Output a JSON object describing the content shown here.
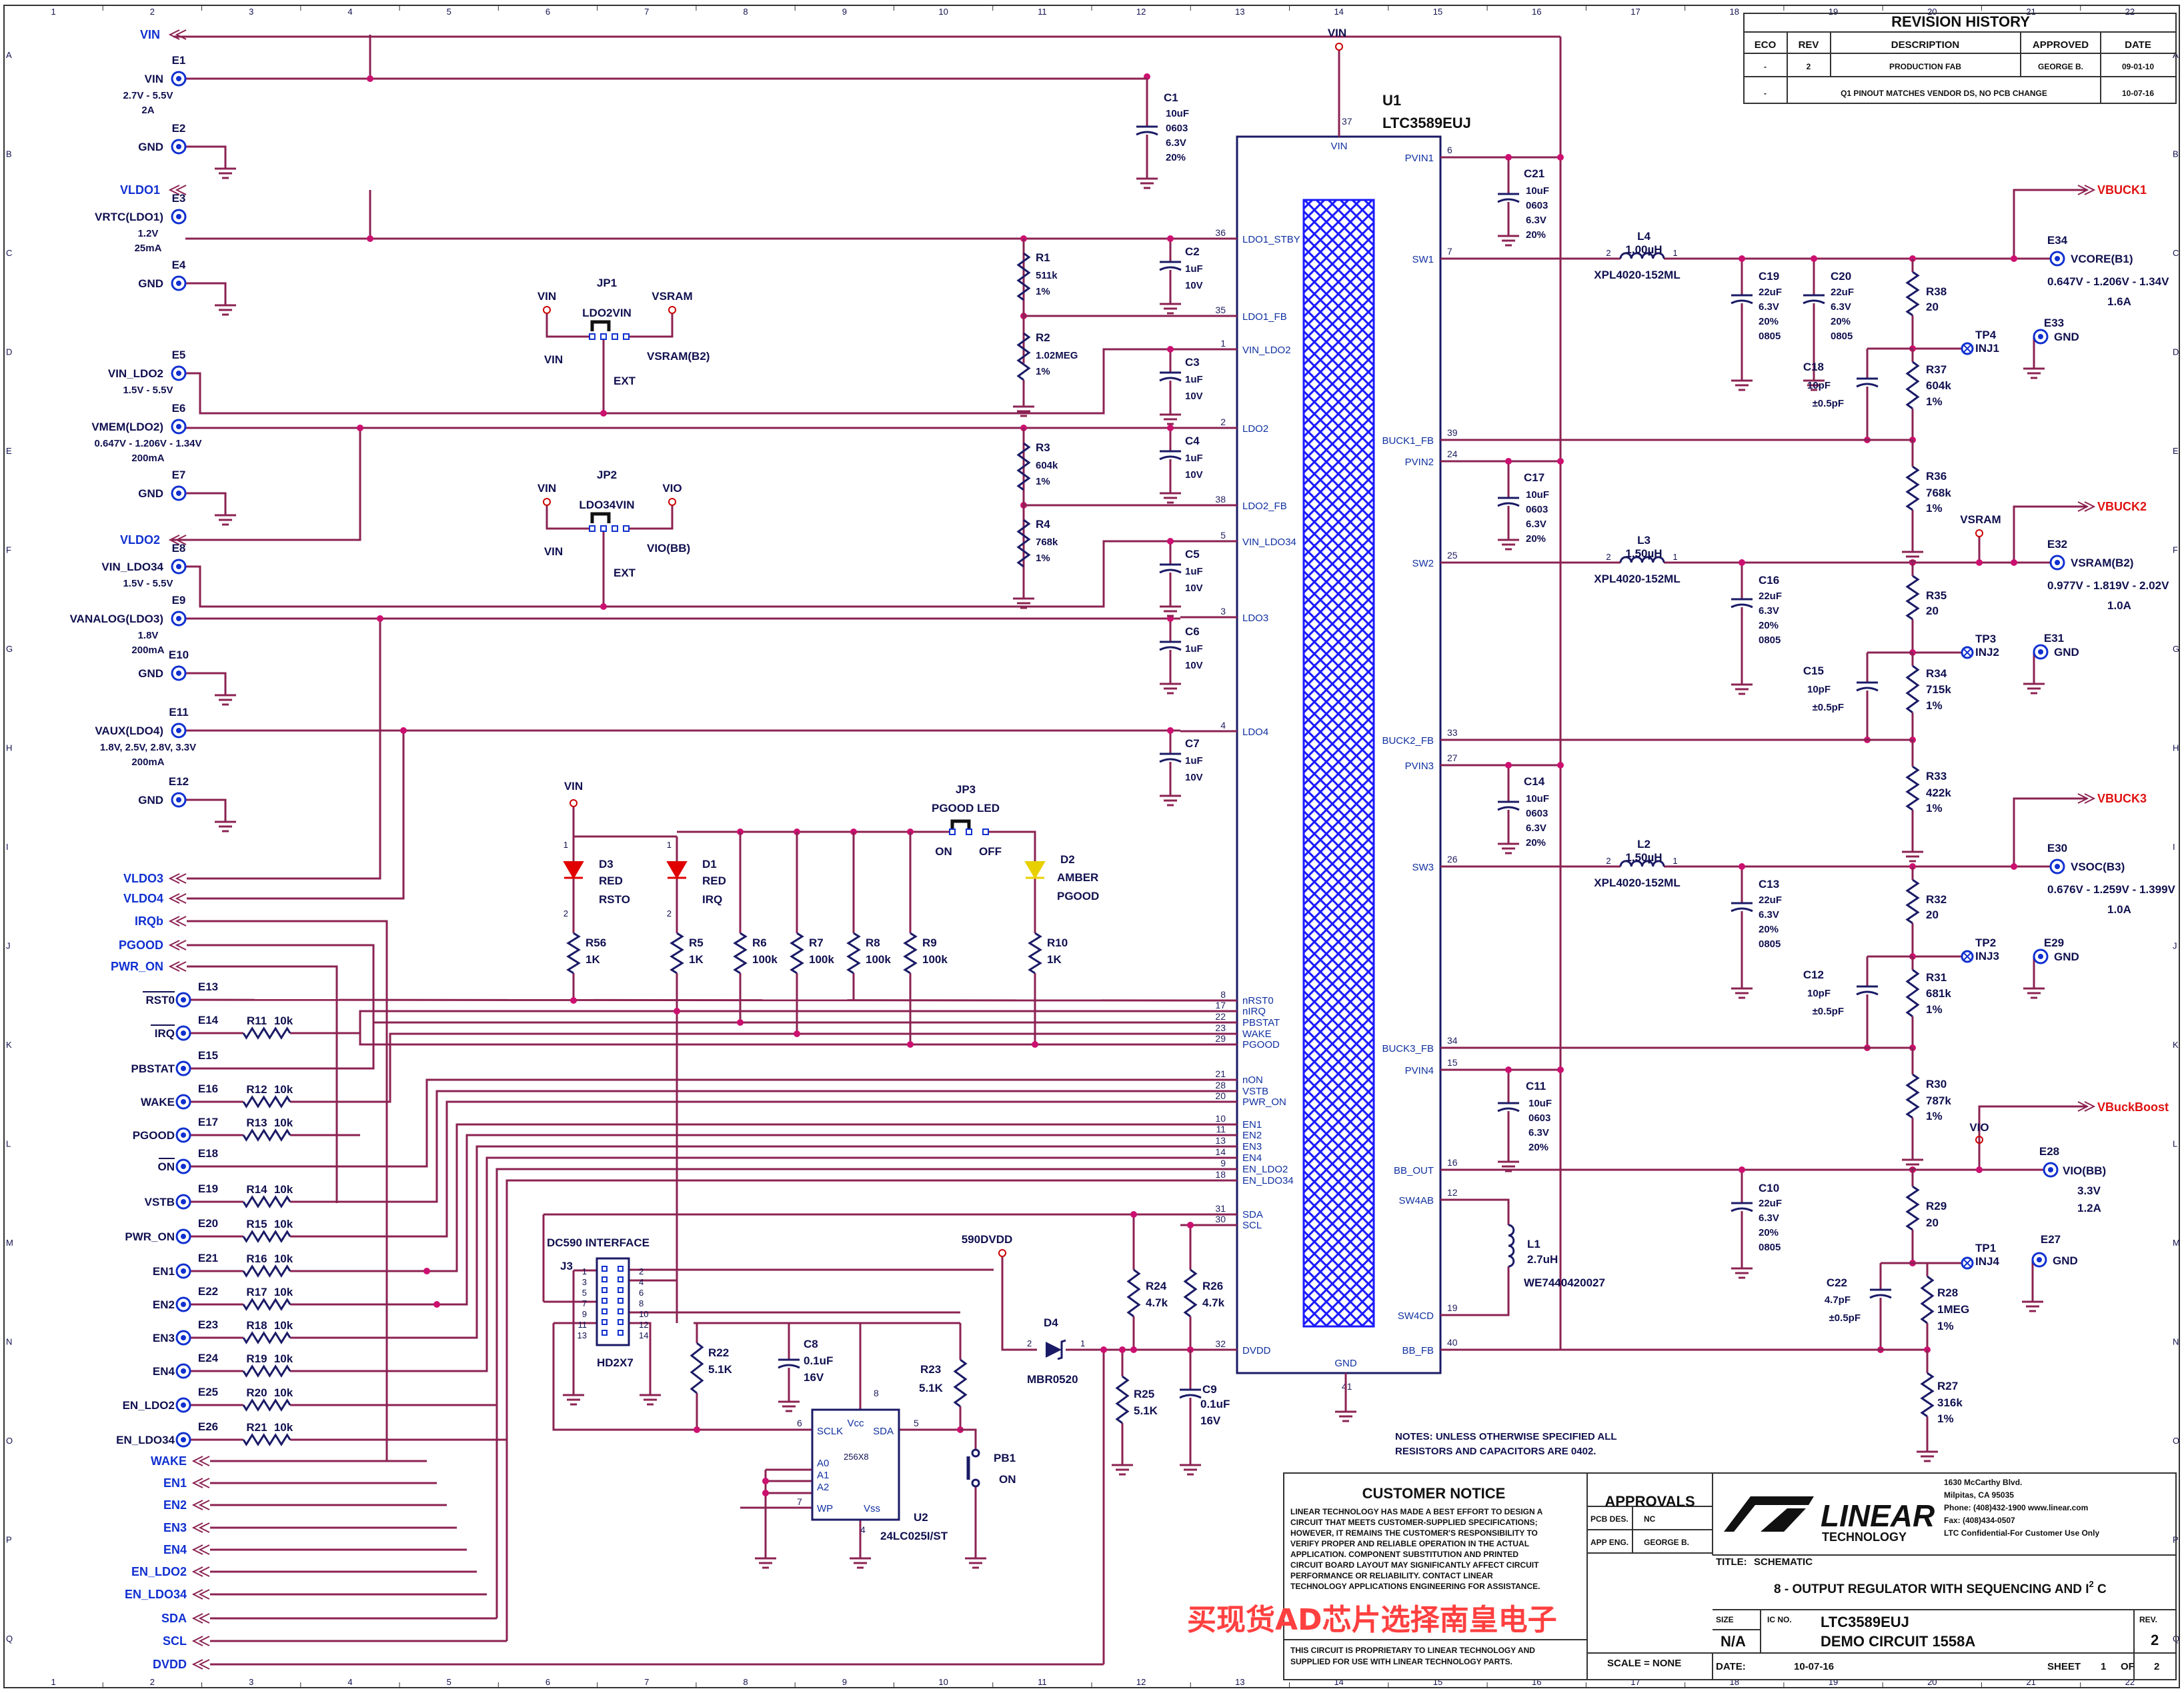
{
  "grid": {
    "cols": [
      "1",
      "2",
      "3",
      "4",
      "5",
      "6",
      "7",
      "8",
      "9",
      "10",
      "11",
      "12",
      "13",
      "14",
      "15",
      "16",
      "17",
      "18",
      "19",
      "20",
      "21",
      "22"
    ],
    "rows": [
      "A",
      "B",
      "C",
      "D",
      "E",
      "F",
      "G",
      "H",
      "I",
      "J",
      "K",
      "L",
      "M",
      "N",
      "O",
      "P",
      "Q"
    ]
  },
  "revision": {
    "title": "REVISION HISTORY",
    "headers": [
      "ECO",
      "REV",
      "DESCRIPTION",
      "APPROVED",
      "DATE"
    ],
    "rows": [
      [
        "-",
        "2",
        "PRODUCTION FAB",
        "GEORGE B.",
        "09-01-10"
      ],
      [
        "-",
        "",
        "Q1 PINOUT MATCHES VENDOR DS, NO PCB CHANGE",
        "",
        "10-07-16"
      ]
    ]
  },
  "ic": {
    "ref": "U1",
    "part": "LTC3589EUJ",
    "top_pin": "VIN",
    "top_pin_num": "37",
    "bottom_pin": "GND",
    "bottom_pin_num": "41",
    "left_pins": [
      {
        "num": "36",
        "name": "LDO1_STBY"
      },
      {
        "num": "35",
        "name": "LDO1_FB"
      },
      {
        "num": "1",
        "name": "VIN_LDO2"
      },
      {
        "num": "2",
        "name": "LDO2"
      },
      {
        "num": "38",
        "name": "LDO2_FB"
      },
      {
        "num": "5",
        "name": "VIN_LDO34"
      },
      {
        "num": "3",
        "name": "LDO3"
      },
      {
        "num": "4",
        "name": "LDO4"
      },
      {
        "num": "8",
        "name": "nRST0"
      },
      {
        "num": "17",
        "name": "nIRQ"
      },
      {
        "num": "22",
        "name": "PBSTAT"
      },
      {
        "num": "23",
        "name": "WAKE"
      },
      {
        "num": "29",
        "name": "PGOOD"
      },
      {
        "num": "21",
        "name": "nON"
      },
      {
        "num": "28",
        "name": "VSTB"
      },
      {
        "num": "20",
        "name": "PWR_ON"
      },
      {
        "num": "10",
        "name": "EN1"
      },
      {
        "num": "11",
        "name": "EN2"
      },
      {
        "num": "13",
        "name": "EN3"
      },
      {
        "num": "14",
        "name": "EN4"
      },
      {
        "num": "9",
        "name": "EN_LDO2"
      },
      {
        "num": "18",
        "name": "EN_LDO34"
      },
      {
        "num": "31",
        "name": "SDA"
      },
      {
        "num": "30",
        "name": "SCL"
      },
      {
        "num": "32",
        "name": "DVDD"
      }
    ],
    "right_pins": [
      {
        "num": "6",
        "name": "PVIN1"
      },
      {
        "num": "7",
        "name": "SW1"
      },
      {
        "num": "39",
        "name": "BUCK1_FB"
      },
      {
        "num": "24",
        "name": "PVIN2"
      },
      {
        "num": "25",
        "name": "SW2"
      },
      {
        "num": "33",
        "name": "BUCK2_FB"
      },
      {
        "num": "27",
        "name": "PVIN3"
      },
      {
        "num": "26",
        "name": "SW3"
      },
      {
        "num": "34",
        "name": "BUCK3_FB"
      },
      {
        "num": "15",
        "name": "PVIN4"
      },
      {
        "num": "16",
        "name": "BB_OUT"
      },
      {
        "num": "12",
        "name": "SW4AB"
      },
      {
        "num": "19",
        "name": "SW4CD"
      },
      {
        "num": "40",
        "name": "BB_FB"
      }
    ]
  },
  "left_terminals": [
    {
      "ref": "E1",
      "label": "VIN",
      "info": [
        "2.7V - 5.5V",
        "2A"
      ]
    },
    {
      "ref": "E2",
      "label": "GND",
      "info": []
    },
    {
      "ref": "E3",
      "label": "VRTC(LDO1)",
      "info": [
        "1.2V",
        "25mA"
      ]
    },
    {
      "ref": "E4",
      "label": "GND",
      "info": []
    },
    {
      "ref": "E5",
      "label": "VIN_LDO2",
      "info": [
        "1.5V - 5.5V"
      ]
    },
    {
      "ref": "E6",
      "label": "VMEM(LDO2)",
      "info": [
        "0.647V - 1.206V - 1.34V",
        "200mA"
      ]
    },
    {
      "ref": "E7",
      "label": "GND",
      "info": []
    },
    {
      "ref": "E8",
      "label": "VIN_LDO34",
      "info": [
        "1.5V - 5.5V"
      ]
    },
    {
      "ref": "E9",
      "label": "VANALOG(LDO3)",
      "info": [
        "1.8V",
        "200mA"
      ]
    },
    {
      "ref": "E10",
      "label": "GND",
      "info": []
    },
    {
      "ref": "E11",
      "label": "VAUX(LDO4)",
      "info": [
        "1.8V, 2.5V, 2.8V, 3.3V",
        "200mA"
      ]
    },
    {
      "ref": "E12",
      "label": "GND",
      "info": []
    }
  ],
  "left_nets_top": [
    "VIN",
    "VLDO1",
    "VLDO2"
  ],
  "io_terminals": [
    {
      "ref": "E13",
      "label": "RST0"
    },
    {
      "ref": "E14",
      "label": "IRQ"
    },
    {
      "ref": "E15",
      "label": "PBSTAT"
    },
    {
      "ref": "E16",
      "label": "WAKE"
    },
    {
      "ref": "E17",
      "label": "PGOOD"
    },
    {
      "ref": "E18",
      "label": "ON"
    },
    {
      "ref": "E19",
      "label": "VSTB"
    },
    {
      "ref": "E20",
      "label": "PWR_ON"
    },
    {
      "ref": "E21",
      "label": "EN1"
    },
    {
      "ref": "E22",
      "label": "EN2"
    },
    {
      "ref": "E23",
      "label": "EN3"
    },
    {
      "ref": "E24",
      "label": "EN4"
    },
    {
      "ref": "E25",
      "label": "EN_LDO2"
    },
    {
      "ref": "E26",
      "label": "EN_LDO34"
    }
  ],
  "io_resistors": [
    {
      "ref": "R11",
      "val": "10k"
    },
    {
      "ref": "R12",
      "val": "10k"
    },
    {
      "ref": "R13",
      "val": "10k"
    },
    {
      "ref": "R14",
      "val": "10k"
    },
    {
      "ref": "R15",
      "val": "10k"
    },
    {
      "ref": "R16",
      "val": "10k"
    },
    {
      "ref": "R17",
      "val": "10k"
    },
    {
      "ref": "R18",
      "val": "10k"
    },
    {
      "ref": "R19",
      "val": "10k"
    },
    {
      "ref": "R20",
      "val": "10k"
    },
    {
      "ref": "R21",
      "val": "10k"
    }
  ],
  "left_nets_mid": [
    "VLDO3",
    "VLDO4",
    "IRQb",
    "PGOOD",
    "PWR_ON"
  ],
  "left_nets_bottom": [
    "WAKE",
    "EN1",
    "EN2",
    "EN3",
    "EN4",
    "EN_LDO2",
    "EN_LDO34",
    "SDA",
    "SCL",
    "DVDD"
  ],
  "ldo_caps": [
    {
      "ref": "C2",
      "vals": [
        "1uF",
        "10V"
      ]
    },
    {
      "ref": "C3",
      "vals": [
        "1uF",
        "10V"
      ]
    },
    {
      "ref": "C4",
      "vals": [
        "1uF",
        "10V"
      ]
    },
    {
      "ref": "C5",
      "vals": [
        "1uF",
        "10V"
      ]
    },
    {
      "ref": "C6",
      "vals": [
        "1uF",
        "10V"
      ]
    },
    {
      "ref": "C7",
      "vals": [
        "1uF",
        "10V"
      ]
    }
  ],
  "c1": {
    "ref": "C1",
    "vals": [
      "10uF",
      "0603",
      "6.3V",
      "20%"
    ]
  },
  "ldo_res": [
    {
      "ref": "R1",
      "vals": [
        "511k",
        "1%"
      ]
    },
    {
      "ref": "R2",
      "vals": [
        "1.02MEG",
        "1%"
      ]
    },
    {
      "ref": "R3",
      "vals": [
        "604k",
        "1%"
      ]
    },
    {
      "ref": "R4",
      "vals": [
        "768k",
        "1%"
      ]
    }
  ],
  "jp1": {
    "ref": "JP1",
    "name": "LDO2VIN",
    "left": "VIN",
    "right": "VSRAM",
    "l2": "VIN",
    "r2": "VSRAM(B2)",
    "ext": "EXT"
  },
  "jp2": {
    "ref": "JP2",
    "name": "LDO34VIN",
    "left": "VIN",
    "right": "VIO",
    "l2": "VIN",
    "r2": "VIO(BB)",
    "ext": "EXT"
  },
  "jp3": {
    "ref": "JP3",
    "name": "PGOOD LED",
    "on": "ON",
    "off": "OFF"
  },
  "leds": [
    {
      "ref": "D3",
      "color": "RED",
      "func": "RSTO"
    },
    {
      "ref": "D1",
      "color": "RED",
      "func": "IRQ"
    },
    {
      "ref": "D2",
      "color": "AMBER",
      "func": "PGOOD"
    }
  ],
  "vin_led": "VIN",
  "pullups": [
    {
      "ref": "R56",
      "val": "1K"
    },
    {
      "ref": "R5",
      "val": "1K"
    },
    {
      "ref": "R6",
      "val": "100k"
    },
    {
      "ref": "R7",
      "val": "100k"
    },
    {
      "ref": "R8",
      "val": "100k"
    },
    {
      "ref": "R9",
      "val": "100k"
    },
    {
      "ref": "R10",
      "val": "1K"
    }
  ],
  "buck1": {
    "net": "VBUCK1",
    "term": "E34",
    "out": "VCORE(B1)",
    "range": "0.647V - 1.206V - 1.34V",
    "amp": "1.6A",
    "gnd_ref": "E33",
    "gnd": "GND",
    "cin": {
      "ref": "C21",
      "vals": [
        "10uF",
        "0603",
        "6.3V",
        "20%"
      ]
    },
    "ind": {
      "ref": "L4",
      "val": "1.00µH",
      "part": "XPL4020-152ML"
    },
    "cout1": {
      "ref": "C19",
      "vals": [
        "22uF",
        "6.3V",
        "20%",
        "0805"
      ]
    },
    "cout2": {
      "ref": "C20",
      "vals": [
        "22uF",
        "6.3V",
        "20%",
        "0805"
      ]
    },
    "rinj": {
      "ref": "R38",
      "val": "20"
    },
    "tp": {
      "ref": "TP4",
      "name": "INJ1"
    },
    "cff": {
      "ref": "C18",
      "vals": [
        "10pF",
        "±0.5pF"
      ]
    },
    "rtop": {
      "ref": "R37",
      "vals": [
        "604k",
        "1%"
      ]
    },
    "rbot": {
      "ref": "R36",
      "vals": [
        "768k",
        "1%"
      ]
    }
  },
  "buck2": {
    "net": "VBUCK2",
    "term": "E32",
    "out": "VSRAM(B2)",
    "range": "0.977V - 1.819V - 2.02V",
    "amp": "1.0A",
    "gnd_ref": "E31",
    "gnd": "GND",
    "vsram": "VSRAM",
    "cin": {
      "ref": "C17",
      "vals": [
        "10uF",
        "0603",
        "6.3V",
        "20%"
      ]
    },
    "ind": {
      "ref": "L3",
      "val": "1.50µH",
      "part": "XPL4020-152ML"
    },
    "cout1": {
      "ref": "C16",
      "vals": [
        "22uF",
        "6.3V",
        "20%",
        "0805"
      ]
    },
    "rinj": {
      "ref": "R35",
      "val": "20"
    },
    "tp": {
      "ref": "TP3",
      "name": "INJ2"
    },
    "cff": {
      "ref": "C15",
      "vals": [
        "10pF",
        "±0.5pF"
      ]
    },
    "rtop": {
      "ref": "R34",
      "vals": [
        "715k",
        "1%"
      ]
    },
    "rbot": {
      "ref": "R33",
      "vals": [
        "422k",
        "1%"
      ]
    }
  },
  "buck3": {
    "net": "VBUCK3",
    "term": "E30",
    "out": "VSOC(B3)",
    "range": "0.676V - 1.259V - 1.399V",
    "amp": "1.0A",
    "gnd_ref": "E29",
    "gnd": "GND",
    "cin": {
      "ref": "C14",
      "vals": [
        "10uF",
        "0603",
        "6.3V",
        "20%"
      ]
    },
    "ind": {
      "ref": "L2",
      "val": "1.50µH",
      "part": "XPL4020-152ML"
    },
    "cout1": {
      "ref": "C13",
      "vals": [
        "22uF",
        "6.3V",
        "20%",
        "0805"
      ]
    },
    "rinj": {
      "ref": "R32",
      "val": "20"
    },
    "tp": {
      "ref": "TP2",
      "name": "INJ3"
    },
    "cff": {
      "ref": "C12",
      "vals": [
        "10pF",
        "±0.5pF"
      ]
    },
    "rtop": {
      "ref": "R31",
      "vals": [
        "681k",
        "1%"
      ]
    },
    "rbot": {
      "ref": "R30",
      "vals": [
        "787k",
        "1%"
      ]
    }
  },
  "buckboost": {
    "net": "VBuckBoost",
    "term": "E28",
    "out": "VIO(BB)",
    "range": "3.3V",
    "amp": "1.2A",
    "gnd_ref": "E27",
    "gnd": "GND",
    "vio": "VIO",
    "cin": {
      "ref": "C11",
      "vals": [
        "10uF",
        "0603",
        "6.3V",
        "20%"
      ]
    },
    "ind": {
      "ref": "L1",
      "val": "2.7uH",
      "part": "WE7440420027"
    },
    "cout1": {
      "ref": "C10",
      "vals": [
        "22uF",
        "6.3V",
        "20%",
        "0805"
      ]
    },
    "rinj": {
      "ref": "R29",
      "val": "20"
    },
    "tp": {
      "ref": "TP1",
      "name": "INJ4"
    },
    "cff": {
      "ref": "C22",
      "vals": [
        "4.7pF",
        "±0.5pF"
      ]
    },
    "rtop": {
      "ref": "R28",
      "vals": [
        "1MEG",
        "1%"
      ]
    },
    "rbot": {
      "ref": "R27",
      "vals": [
        "316k",
        "1%"
      ]
    }
  },
  "ind_pins": [
    "2",
    "1"
  ],
  "dc590": {
    "title": "DC590 INTERFACE",
    "ref": "J3",
    "part": "HD2X7",
    "pins_left": [
      "1",
      "3",
      "5",
      "7",
      "9",
      "11",
      "13"
    ],
    "pins_right": [
      "2",
      "4",
      "6",
      "8",
      "10",
      "12",
      "14"
    ]
  },
  "eeprom": {
    "ref": "U2",
    "part": "24LC025I/ST",
    "size": "256X8",
    "pins": {
      "vcc": "Vcc",
      "scl": "SCLK",
      "sda": "SDA",
      "a0": "A0",
      "a1": "A1",
      "a2": "A2",
      "wp": "WP",
      "vss": "Vss"
    },
    "nums": {
      "vcc": "8",
      "scl": "6",
      "sda": "5",
      "wp": "7",
      "vss": "4"
    }
  },
  "i2c_parts": {
    "r22": {
      "ref": "R22",
      "val": "5.1K"
    },
    "c8": {
      "ref": "C8",
      "vals": [
        "0.1uF",
        "16V"
      ]
    },
    "r23": {
      "ref": "R23",
      "val": "5.1K"
    },
    "r24": {
      "ref": "R24",
      "val": "4.7k"
    },
    "r26": {
      "ref": "R26",
      "val": "4.7k"
    },
    "r25": {
      "ref": "R25",
      "val": "5.1K"
    },
    "c9": {
      "ref": "C9",
      "vals": [
        "0.1uF",
        "16V"
      ]
    },
    "d4": {
      "ref": "D4",
      "part": "MBR0520"
    },
    "dvdd": "590DVDD",
    "pb1": {
      "ref": "PB1",
      "label": "ON"
    }
  },
  "vin_top": "VIN",
  "notes": [
    "NOTES: UNLESS OTHERWISE SPECIFIED ALL",
    "RESISTORS AND CAPACITORS ARE 0402."
  ],
  "customer_notice": {
    "title": "CUSTOMER NOTICE",
    "lines": [
      "LINEAR TECHNOLOGY HAS MADE A BEST EFFORT TO DESIGN A",
      "CIRCUIT THAT MEETS CUSTOMER-SUPPLIED SPECIFICATIONS;",
      "HOWEVER, IT REMAINS THE CUSTOMER'S RESPONSIBILITY TO",
      "VERIFY PROPER AND RELIABLE OPERATION IN THE ACTUAL",
      "APPLICATION. COMPONENT SUBSTITUTION AND PRINTED",
      "CIRCUIT BOARD LAYOUT MAY SIGNIFICANTLY AFFECT CIRCUIT",
      "PERFORMANCE OR RELIABILITY. CONTACT LINEAR",
      "TECHNOLOGY APPLICATIONS ENGINEERING FOR ASSISTANCE."
    ],
    "prop": [
      "THIS CIRCUIT IS PROPRIETARY TO LINEAR TECHNOLOGY AND",
      "SUPPLIED FOR USE WITH LINEAR TECHNOLOGY PARTS."
    ]
  },
  "approvals": {
    "title": "APPROVALS",
    "rows": [
      [
        "PCB DES.",
        "NC"
      ],
      [
        "APP ENG.",
        "GEORGE B."
      ]
    ]
  },
  "company": {
    "logo": "LINEAR",
    "sub": "TECHNOLOGY",
    "address": [
      "1630 McCarthy Blvd.",
      "Milpitas, CA 95035",
      "Phone: (408)432-1900  www.linear.com",
      "Fax: (408)434-0507",
      "LTC Confidential-For Customer Use Only"
    ]
  },
  "title_block": {
    "title_label": "TITLE:",
    "title": "SCHEMATIC",
    "subtitle": "8 - OUTPUT REGULATOR WITH SEQUENCING AND I",
    "sup": "2",
    "subtitle_end": " C",
    "size_label": "SIZE",
    "size": "N/A",
    "icno_label": "IC NO.",
    "ic": "LTC3589EUJ",
    "demo": "DEMO CIRCUIT 1558A",
    "rev_label": "REV.",
    "rev": "2",
    "scale": "SCALE = NONE",
    "date_label": "DATE:",
    "date": "10-07-16",
    "sheet": "SHEET",
    "sheet_num": "1",
    "of": "OF",
    "sheet_total": "2"
  },
  "watermark": "买现货AD芯片选择南皇电子"
}
